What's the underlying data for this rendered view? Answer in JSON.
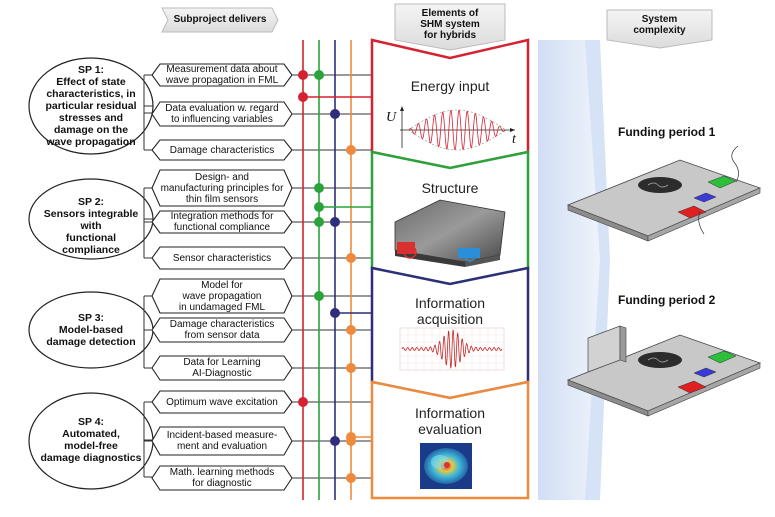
{
  "headers": {
    "subproject": "Subproject delivers",
    "elements": "Elements of\nSHM system\nfor hybrids",
    "complexity": "System\ncomplexity"
  },
  "subprojects": [
    {
      "text": "SP 1:\nEffect of state\ncharacteristics, in\nparticular residual\nstresses and\ndamage on the\nwave propagation"
    },
    {
      "text": "SP 2:\nSensors integrable\nwith\nfunctional compliance"
    },
    {
      "text": "SP 3:\nModel-based\ndamage detection"
    },
    {
      "text": "SP 4:\nAutomated,\nmodel-free\ndamage diagnostics"
    }
  ],
  "deliverables": [
    "Measurement data about\nwave propagation in FML",
    "Data evaluation w. regard\nto influencing variables",
    "Damage characteristics",
    "Design- and\nmanufacturing principles for\nthin film sensors",
    "Integration methods for\nfunctional compliance",
    "Sensor characteristics",
    "Model for\nwave propagation\nin undamaged FML",
    "Damage characteristics\nfrom sensor data",
    "Data for Learning\nAI-Diagnostic",
    "Optimum wave excitation",
    "Incident-based measure-\nment and evaluation",
    "Math. learning methods\nfor diagnostic"
  ],
  "elements": [
    {
      "label": "Energy input",
      "color": "#d42231"
    },
    {
      "label": "Structure",
      "color": "#2aa33a"
    },
    {
      "label": "Information\nacquisition",
      "color": "#2e2e7a"
    },
    {
      "label": "Information\nevaluation",
      "color": "#ee8a3c"
    }
  ],
  "signal_axes": {
    "y": "U",
    "x": "t"
  },
  "funding": [
    "Funding period 1",
    "Funding period 2"
  ],
  "colors": {
    "red": "#d42231",
    "green": "#2aa33a",
    "navy": "#2e2e7a",
    "orange": "#ee8a3c"
  }
}
